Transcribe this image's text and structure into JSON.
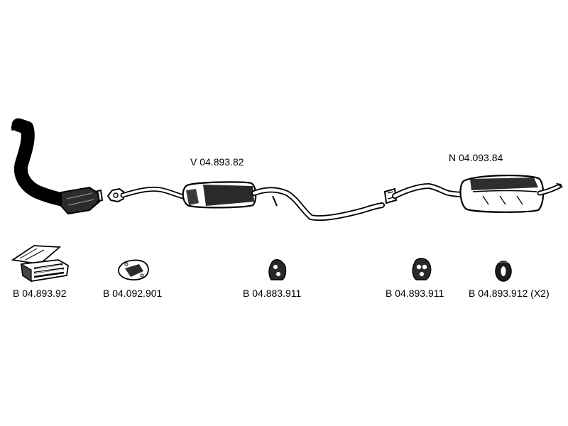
{
  "colors": {
    "ink": "#000000",
    "background": "#ffffff",
    "shade": "#3a3a3a"
  },
  "parts": {
    "center_section": {
      "code": "V 04.893.82",
      "icon": "center-muffler-pipe-icon"
    },
    "rear_section": {
      "code": "N 04.093.84",
      "icon": "rear-muffler-pipe-icon"
    },
    "front_pipe": {
      "icon": "front-pipe-with-catalyst-icon"
    }
  },
  "accessories": [
    {
      "code": "B 04.893.92",
      "icon": "mounting-kit-box-icon"
    },
    {
      "code": "B 04.092.901",
      "icon": "flange-gasket-icon"
    },
    {
      "code": "B 04.883.911",
      "icon": "rubber-hanger-icon"
    },
    {
      "code": "B 04.893.911",
      "icon": "rubber-hanger-icon"
    },
    {
      "code": "B 04.893.912 (X2)",
      "icon": "rubber-ring-mount-icon"
    }
  ]
}
